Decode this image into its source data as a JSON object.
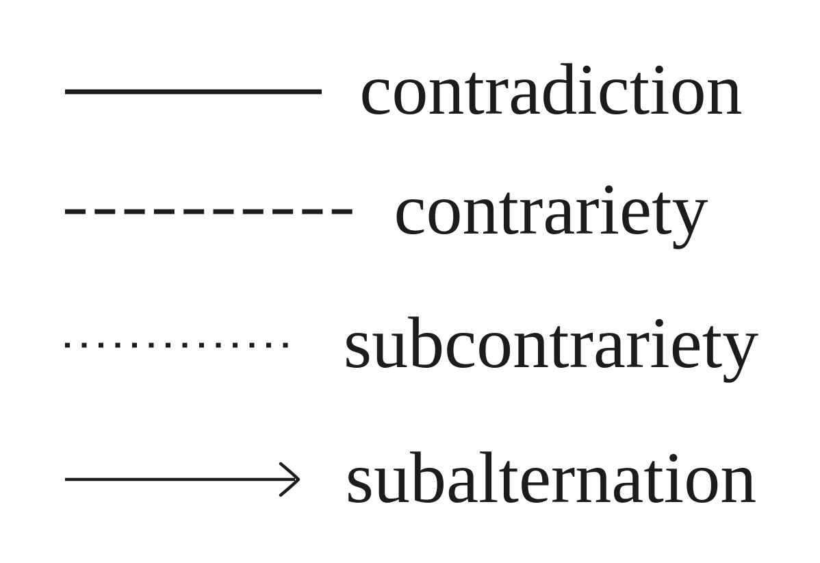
{
  "theme": {
    "background_color": "#ffffff",
    "ink_color": "#1c1c1c"
  },
  "figure": {
    "description": "Legend of line styles for a square-of-opposition logic diagram",
    "items": [
      {
        "label": "contradiction",
        "line_style": "solid",
        "icon": "solid-line-icon"
      },
      {
        "label": "contrariety",
        "line_style": "dashed",
        "icon": "dashed-line-icon"
      },
      {
        "label": "subcontrariety",
        "line_style": "dotted",
        "icon": "dotted-line-icon"
      },
      {
        "label": "subalternation",
        "line_style": "solid-arrow",
        "icon": "arrow-line-icon"
      }
    ]
  }
}
